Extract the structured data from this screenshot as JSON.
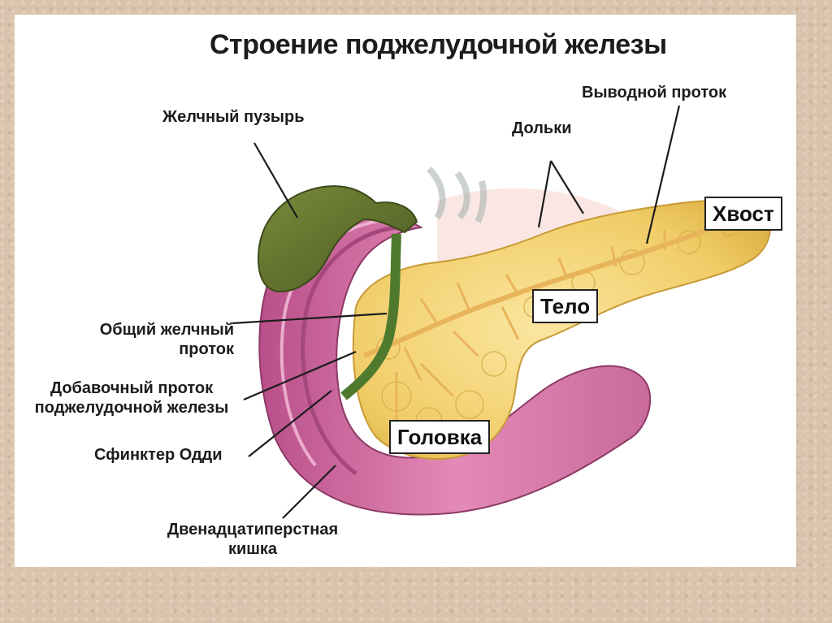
{
  "title": "Строение поджелудочной железы",
  "labels": {
    "gallbladder": "Желчный пузырь",
    "duct": "Выводной проток",
    "lobules": "Дольки",
    "tail": "Хвост",
    "body": "Тело",
    "head": "Головка",
    "common_bile_duct_1": "Общий желчный",
    "common_bile_duct_2": "проток",
    "accessory_duct_1": "Добавочный проток",
    "accessory_duct_2": "поджелудочной железы",
    "sphincter": "Сфинктер Одди",
    "duodenum_1": "Двенадцатиперстная",
    "duodenum_2": "кишка"
  }
}
